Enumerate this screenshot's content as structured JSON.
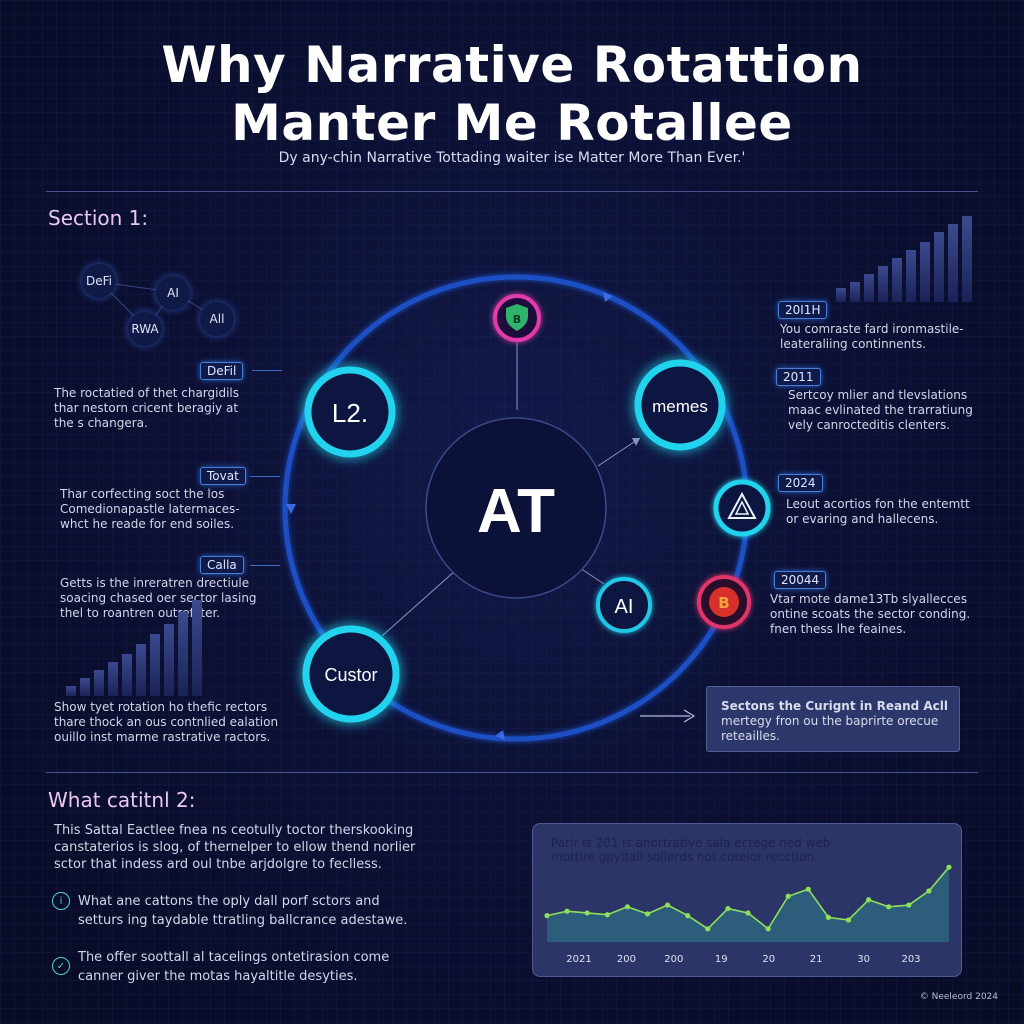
{
  "title_line1": "Why Narrative Rotattion",
  "title_line2": "Manter Me Rotallee",
  "subtitle": "Dy any-chin Narrative Tottading waiter ise Matter More Than Ever.'",
  "section1": {
    "heading": "Section 1:",
    "mini_nodes": [
      "DeFi",
      "AI",
      "All",
      "RWA"
    ],
    "left_items": [
      {
        "tag": "DeFil",
        "text": [
          "The roctatied of thet chargidils",
          "thar nestorn cricent beragiy at",
          "the s changera."
        ]
      },
      {
        "tag": "Tovat",
        "text": [
          "Thar corfecting soct the los",
          "Comedionapastle latermaces-",
          "whct he reade for end soiles."
        ]
      },
      {
        "tag": "Calla",
        "text": [
          "Getts is the inreratren drectiule",
          "soacing chased oer sector lasing",
          "thel to roantren outrefcter."
        ]
      }
    ],
    "bottom_left_text": [
      "Show tyet rotation ho thefic rectors",
      "thare thock an ous contnlied ealation",
      "ouillo inst marme rastrative ractors."
    ],
    "right_items": [
      {
        "tag": "20I1H",
        "text": [
          "You comraste fard ironmastile-",
          "leateraliing continnents."
        ]
      },
      {
        "tag": "2011",
        "text": [
          "Sertcoy mlier and tlevslations",
          "maac evlinated the trarratiung",
          "vely canrocteditis clenters."
        ]
      },
      {
        "tag": "2024",
        "text": [
          "Leout acortios fon the entemtt",
          "or evaring and hallecens."
        ]
      },
      {
        "tag": "20044",
        "text": [
          "Vtar mote dame13Tb slyallecces",
          "ontine scoats the sector conding.",
          "fnen thess lhe feaines."
        ]
      }
    ],
    "callout": [
      "Sectons the Curignt in Reand Acll",
      "mertegy fron ou the baprirte orecue",
      "reteailles."
    ]
  },
  "diagram": {
    "center_label": "AT",
    "nodes": [
      {
        "label": "L2.",
        "kind": "text"
      },
      {
        "label": "memes",
        "kind": "text"
      },
      {
        "label": "Custor",
        "kind": "text"
      },
      {
        "label": "AI",
        "kind": "text"
      },
      {
        "label": "",
        "kind": "shield-icon"
      },
      {
        "label": "",
        "kind": "triangle-icon"
      },
      {
        "label": "",
        "kind": "coin-icon"
      }
    ]
  },
  "section2": {
    "heading": "What catitnl 2:",
    "paragraph": [
      "This Sattal Eactlee fnea ns ceotully toctor therskooking",
      "canstaterios is slog, of thernelper to ellow thend norlier",
      "sctor that indess ard oul tnbe arjdolgre to feclless."
    ],
    "bullets": [
      {
        "icon": "info-icon",
        "lines": [
          "What ane cattons the oply dall porf sctors and",
          "setturs ing taydable ttratling ballcrance adestawe."
        ]
      },
      {
        "icon": "check-icon",
        "lines": [
          "The offer soottall al tacelings ontetirasion come",
          "canner giver the motas hayaltitle desyties."
        ]
      }
    ]
  },
  "chart_data": {
    "type": "line",
    "title": "Parir is 201 is anortrative sala ectege ned web mottire gpyitall sollerds not coteior recction.",
    "categories": [
      "2021",
      "200",
      "200",
      "19",
      "20",
      "21",
      "30",
      "203"
    ],
    "series": [
      {
        "values": [
          0.3,
          0.35,
          0.33,
          0.31,
          0.4,
          0.32,
          0.42,
          0.3,
          0.15,
          0.38,
          0.33,
          0.15,
          0.52,
          0.6,
          0.28,
          0.25,
          0.48,
          0.4,
          0.42,
          0.58,
          0.85
        ]
      }
    ],
    "colors": {
      "line": "#8ee05a",
      "area": "#2e7e8c"
    },
    "grid": false
  },
  "footer": "© Neeleord 2024"
}
